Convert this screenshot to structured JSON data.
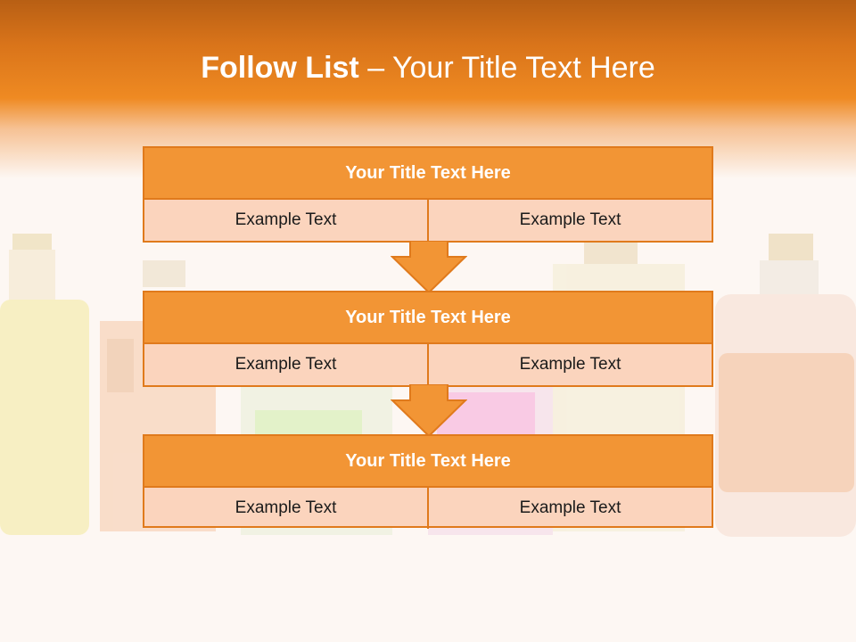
{
  "slide": {
    "title_bold": "Follow List",
    "title_rest": " – Your Title Text Here"
  },
  "steps": [
    {
      "title": "Your Title Text Here",
      "left": "Example Text",
      "right": "Example Text"
    },
    {
      "title": "Your Title Text Here",
      "left": "Example Text",
      "right": "Example Text"
    },
    {
      "title": "Your Title Text Here",
      "left": "Example Text",
      "right": "Example Text"
    }
  ],
  "colors": {
    "accent": "#f29535",
    "border": "#e07a1c",
    "cell_fill": "#fbd4bd",
    "header_dark": "#b85f14"
  }
}
